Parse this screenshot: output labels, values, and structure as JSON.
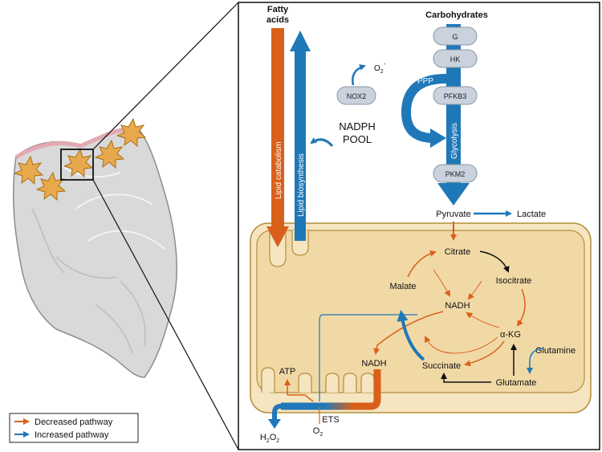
{
  "colors": {
    "decreased": "#d9601a",
    "increased": "#1f78b8",
    "black": "#111111",
    "mito_fill": "#f5e5c0",
    "mito_inner": "#f1d9a6",
    "mito_stroke": "#b48d3c",
    "enzyme_fill": "#c9d2dd",
    "enzyme_stroke": "#8a97a6",
    "astrocyte": "#e7a94b"
  },
  "legend": {
    "decreased": "Decreased pathway",
    "increased": "Increased pathway"
  },
  "fatty_acids": {
    "line1": "Fatty",
    "line2": "acids"
  },
  "lipid": {
    "catabolism": "Lipid catabolism",
    "biosynthesis": "Lipid biosynthesis"
  },
  "carbohydrates": "Carbohydrates",
  "enzymes": {
    "g": "G",
    "hk": "HK",
    "pfkb3": "PFKB3",
    "pkm2": "PKM2",
    "nox2": "NOX2"
  },
  "ppp": "PPP",
  "glycolysis": "Glycolysis",
  "nadph": {
    "line1": "NADPH",
    "line2": "POOL"
  },
  "superoxide": {
    "base": "O",
    "sub": "2",
    "sup": "-"
  },
  "pyruvate": "Pyruvate",
  "lactate": "Lactate",
  "tca": {
    "citrate": "Citrate",
    "isocitrate": "Isocitrate",
    "akg": "α-KG",
    "glutamine": "Glutamine",
    "glutamate": "Glutamate",
    "succinate": "Succinate",
    "malate": "Malate",
    "nadh_center": "NADH"
  },
  "etc": {
    "nadh": "NADH",
    "atp": "ATP",
    "ets": "ETS",
    "h2o2": {
      "a": "H",
      "b": "2",
      "c": "O",
      "d": "2"
    },
    "o2": {
      "base": "O",
      "sub": "2"
    }
  }
}
